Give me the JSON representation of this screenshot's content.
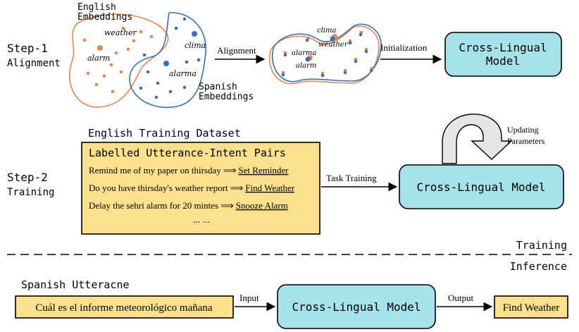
{
  "step1": {
    "label_line1": "Step-1",
    "label_line2": "Alignment",
    "english_label_line1": "English",
    "english_label_line2": "Embeddings",
    "spanish_label_line1": "Spanish",
    "spanish_label_line2": "Embeddings",
    "words": {
      "weather": "weather",
      "alarm": "alarm",
      "clima": "clima",
      "alarma": "alarma"
    },
    "arrow_alignment": "Alignment",
    "arrow_initialization": "Initialization",
    "model_line1": "Cross-Lingual",
    "model_line2": "Model"
  },
  "step2": {
    "label_line1": "Step-2",
    "label_line2": "Training",
    "dataset_title": "English Training Dataset",
    "box_title": "Labelled Utterance-Intent Pairs",
    "rows": [
      {
        "utterance": "Remind me of my paper on thirsday",
        "arrow": "⟹",
        "intent": "Set Reminder"
      },
      {
        "utterance": "Do you have thirsday's weather report",
        "arrow": "⟹",
        "intent": "Find Weather"
      },
      {
        "utterance": "Delay the sehri alarm for 20 mintes",
        "arrow": "⟹",
        "intent": "Snooze Alarm"
      }
    ],
    "ellipsis": "... ...",
    "arrow_task": "Task Training",
    "updating_line1": "Updating",
    "updating_line2": "Parameters",
    "model": "Cross-Lingual Model"
  },
  "divider": {
    "training": "Training",
    "inference": "Inference"
  },
  "inference": {
    "title": "Spanish Utteracne",
    "utterance": "Cuál es el informe meteorológico mañana",
    "input_label": "Input",
    "model": "Cross-Lingual Model",
    "output_label": "Output",
    "result": "Find Weather"
  },
  "colors": {
    "english": "#e8844e",
    "spanish": "#3a6fb5",
    "model_fill": "#a6e2ea",
    "dataset_fill": "#fbe08e"
  }
}
